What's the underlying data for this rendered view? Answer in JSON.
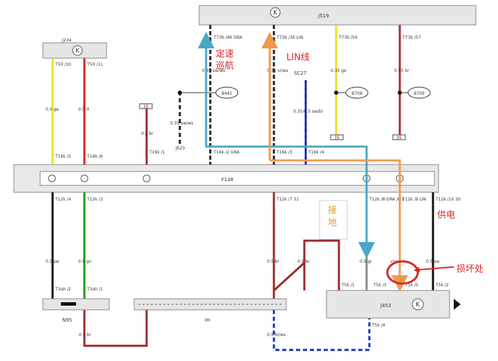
{
  "components": {
    "j519": "J519",
    "j234": "J234",
    "f138": "F138",
    "j453": "J453",
    "n95": "N95",
    "ih": "IH",
    "sc27": "SC27",
    "j623": "J623",
    "fuse_35a": "35",
    "fuse_35b": "35",
    "fuse_35c": "35"
  },
  "connectors": {
    "j519_a": "T73b /46 GRA",
    "j519_b": "T73b /36 LIN",
    "j519_c": "T73b /54",
    "j519_d": "T73b /57",
    "j234_a": "T50 /10",
    "j234_b": "T50 /11",
    "f138_top": [
      "T16k /5",
      "T16k /6",
      "T16k /1",
      "T16k /2 GRA",
      "T16k /3",
      "T16k /4"
    ],
    "f138_bot": [
      "T12k /4",
      "T12k /3",
      "T12k /7 31",
      "T12k /8 GRA /IT1",
      "T12k /9 LIN",
      "T12k /10 30"
    ],
    "j453_top": [
      "T5k /1",
      "T5k /3",
      "T5k /5",
      "T5k /2"
    ],
    "j453_bot": "T5k /4",
    "n95": [
      "T3ah /2",
      "T3ah /1"
    ]
  },
  "wires": {
    "w1": "0.5 ge",
    "w2": "0.5 rt",
    "w3": "0.5 br",
    "w4": "0.35 sw/ws",
    "w5": "0.35 sw/ws",
    "w6": "0.35 vi/ws",
    "w7": "0.35/0.5 sw/bl",
    "w8": "0.35 ge",
    "w9": "0.35 br",
    "w10": "0.5 sw",
    "w11": "0.5 gn",
    "w12": "0.5 br",
    "w13": "0.5 br",
    "w14": "0.5 gr",
    "w15": "vi/ws",
    "w16": "0.5 sw",
    "w17": "0.5 br",
    "w18": "0.5 bl/ws"
  },
  "badges": {
    "b441": "B441",
    "b708": "B708",
    "b709": "B709"
  },
  "annotations": {
    "cruise": "定速巡航",
    "lin": "LIN线",
    "ground": "接地",
    "power": "供电",
    "damage": "损坏处"
  },
  "colors": {
    "blue_arrow": "#4aa6c8",
    "orange_arrow": "#ef9a4a",
    "callout_red": "#d7262b",
    "ground_label": "#e0a030"
  }
}
